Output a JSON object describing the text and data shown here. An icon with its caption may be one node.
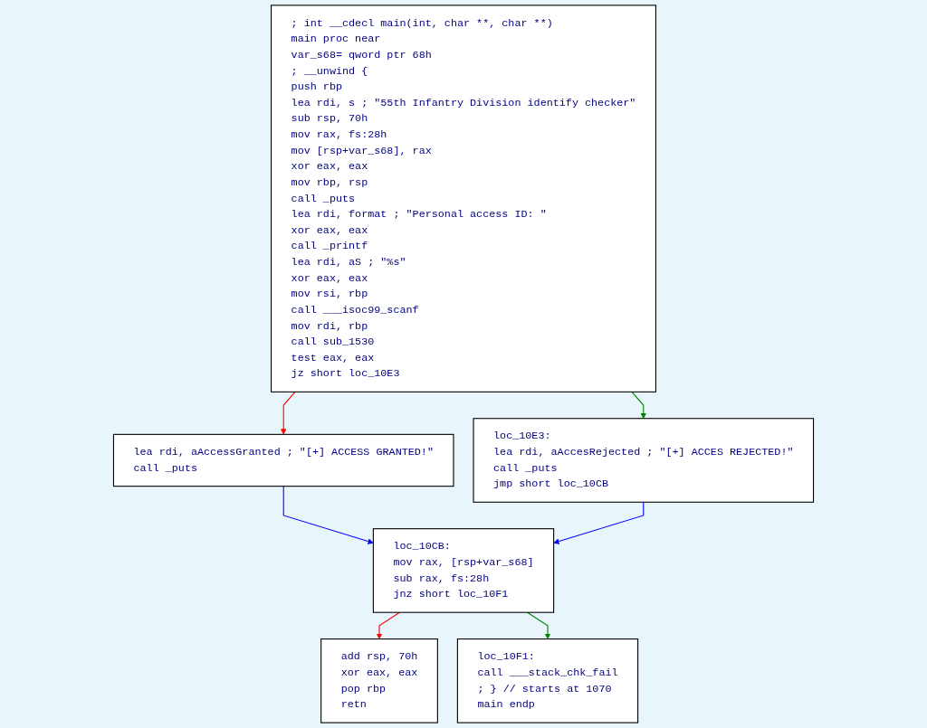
{
  "diagram": {
    "nodes": [
      {
        "text": [
          "; int __cdecl main(int, char **, char **)",
          "main proc near",
          "var_s68= qword ptr 68h",
          "; __unwind {",
          "push rbp",
          "lea rdi, s ; \"55th Infantry Division identify checker\"",
          "sub rsp, 70h",
          "mov rax, fs:28h",
          "mov [rsp+var_s68], rax",
          "xor eax, eax",
          "mov rbp, rsp",
          "call _puts",
          "lea rdi, format ; \"Personal access ID: \"",
          "xor eax, eax",
          "call _printf",
          "lea rdi, aS ; \"%s\"",
          "xor eax, eax",
          "mov rsi, rbp",
          "call ___isoc99_scanf",
          "mov rdi, rbp",
          "call sub_1530",
          "test eax, eax",
          "jz short loc_10E3"
        ]
      },
      {
        "text": [
          "lea rdi, aAccessGranted ; \"[+] ACCESS GRANTED!\"",
          "call _puts"
        ]
      },
      {
        "text": [
          "loc_10E3:",
          "lea rdi, aAccesRejected ; \"[+] ACCES REJECTED!\"",
          "call _puts",
          "jmp short loc_10CB"
        ]
      },
      {
        "text": [
          "loc_10CB:",
          "mov rax, [rsp+var_s68]",
          "sub rax, fs:28h",
          "jnz short loc_10F1"
        ]
      },
      {
        "text": [
          "add rsp, 70h",
          "xor eax, eax",
          "pop rbp",
          "retn"
        ]
      },
      {
        "text": [
          "loc_10F1:",
          "call ___stack_chk_fail",
          "; } // starts at 1070",
          "main endp"
        ]
      }
    ],
    "edges": [
      {
        "from": 0,
        "to": 1,
        "arrow": "to",
        "color": "#ff0000"
      },
      {
        "from": 0,
        "to": 2,
        "arrow": "to",
        "color": "#008000"
      },
      {
        "from": 1,
        "to": 3,
        "arrow": "to",
        "color": "#0000ff"
      },
      {
        "from": 2,
        "to": 3,
        "arrow": "to",
        "color": "#0000ff"
      },
      {
        "from": 3,
        "to": 4,
        "arrow": "to",
        "color": "#ff0000"
      },
      {
        "from": 3,
        "to": 5,
        "arrow": "to",
        "color": "#008000"
      }
    ]
  }
}
